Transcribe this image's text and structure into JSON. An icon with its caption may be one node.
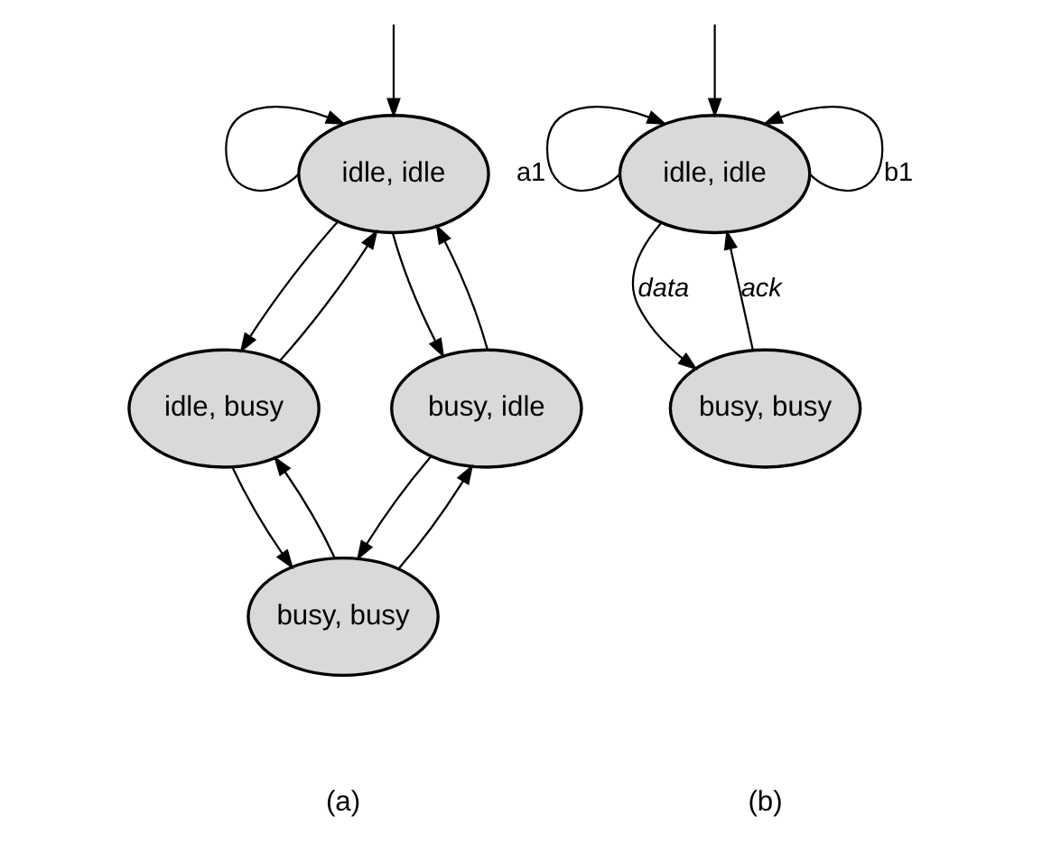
{
  "diagram": {
    "nodes": [
      {
        "text": [
          "idle, idle"
        ]
      },
      {
        "text": [
          "idle, busy"
        ]
      },
      {
        "text": [
          "busy, idle"
        ]
      },
      {
        "text": [
          "busy, busy"
        ]
      },
      {
        "text": [
          "idle, idle"
        ]
      },
      {
        "text": [
          "busy, busy"
        ]
      }
    ],
    "edges": [
      {
        "from": null,
        "to": 0,
        "arrow": "to"
      },
      {
        "from": 0,
        "to": 0,
        "arrow": "to"
      },
      {
        "from": 0,
        "to": 1,
        "arrow": "to"
      },
      {
        "from": 0,
        "to": 2,
        "arrow": "to"
      },
      {
        "from": 1,
        "to": 0,
        "arrow": "to"
      },
      {
        "from": 2,
        "to": 0,
        "arrow": "to"
      },
      {
        "from": 1,
        "to": 3,
        "arrow": "to"
      },
      {
        "from": 2,
        "to": 3,
        "arrow": "to"
      },
      {
        "from": 3,
        "to": 1,
        "arrow": "to"
      },
      {
        "from": 3,
        "to": 2,
        "arrow": "to"
      },
      {
        "from": null,
        "to": 4,
        "arrow": "to"
      },
      {
        "from": 4,
        "to": 4,
        "arrow": "to",
        "label": "a1"
      },
      {
        "from": 4,
        "to": 4,
        "arrow": "to",
        "label": "b1"
      },
      {
        "from": 4,
        "to": 5,
        "arrow": "to",
        "label": "*data*"
      },
      {
        "from": 5,
        "to": 4,
        "arrow": "to",
        "label": "*ack*"
      }
    ],
    "labels": [
      "(a)",
      "(b)"
    ]
  }
}
